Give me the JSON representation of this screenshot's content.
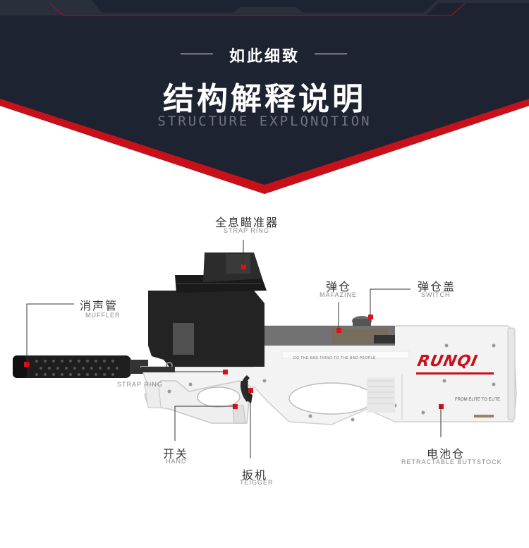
{
  "header": {
    "subtitle": "如此细致",
    "title": "结构解释说明",
    "english": "STRUCTURE EXPLQNQTION"
  },
  "labels": {
    "sight_cn": "全息瞄准器",
    "sight_en": "STRAP RING",
    "magazine_cn": "弹仓",
    "magazine_en": "MAFAZINE",
    "mag_cover_cn": "弹仓盖",
    "mag_cover_en": "SWITCH",
    "muffler_cn": "消声管",
    "muffler_en": "MUFFLER",
    "strap_en": "STRAP RING",
    "switch_cn": "开关",
    "switch_en": "HAND",
    "trigger_cn": "扳机",
    "trigger_en": "TEIGGER",
    "battery_cn": "电池仓",
    "battery_en": "RETRACTABLE BUTTSTOCK"
  },
  "product": {
    "brand": "RUNQI",
    "small_text": "DO THE BAD THING TO THE BAD PEOPLE",
    "tagline": "FROM ELITE TO ELITE"
  },
  "colors": {
    "banner_dark": "#1d2330",
    "accent_red": "#d0101a",
    "gun_body": "#f2f2f2",
    "gun_dark": "#2a2a2a"
  }
}
